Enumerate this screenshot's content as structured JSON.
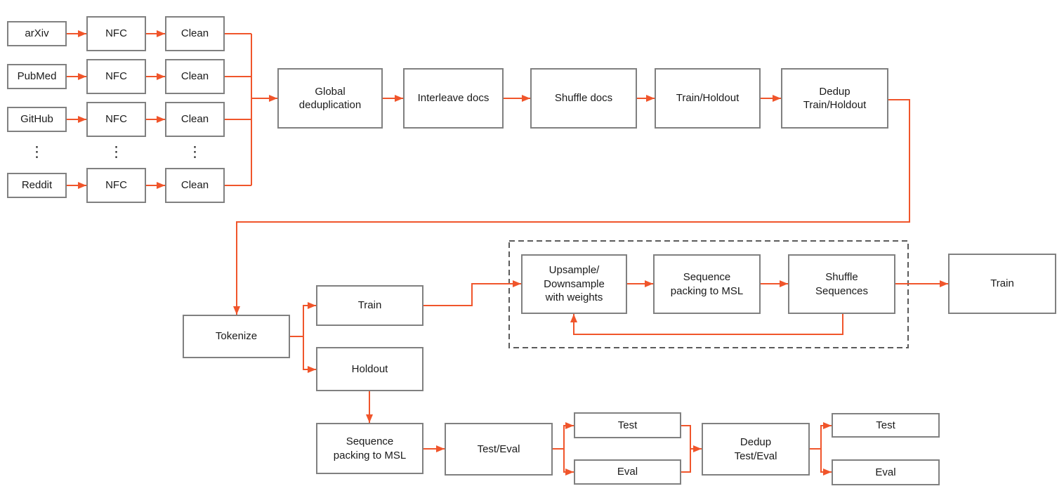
{
  "colors": {
    "arrow": "#F0552B",
    "box_border": "#808080",
    "box_fill": "#ffffff",
    "dashed_border": "#5b5b5b",
    "text": "#1a1a1a",
    "background": "#ffffff"
  },
  "nodes": {
    "arxiv": {
      "label": "arXiv"
    },
    "pubmed": {
      "label": "PubMed"
    },
    "github": {
      "label": "GitHub"
    },
    "reddit": {
      "label": "Reddit"
    },
    "nfc": {
      "label": "NFC"
    },
    "clean": {
      "label": "Clean"
    },
    "ellipsis": {
      "label": "⋮"
    },
    "global_dedup": {
      "label": "Global\ndeduplication"
    },
    "interleave_docs": {
      "label": "Interleave docs"
    },
    "shuffle_docs": {
      "label": "Shuffle docs"
    },
    "train_holdout": {
      "label": "Train/Holdout"
    },
    "dedup_train_holdout": {
      "label": "Dedup\nTrain/Holdout"
    },
    "tokenize": {
      "label": "Tokenize"
    },
    "train_split": {
      "label": "Train"
    },
    "holdout": {
      "label": "Holdout"
    },
    "upsample_downsample": {
      "label": "Upsample/\nDownsample\nwith weights"
    },
    "sequence_packing": {
      "label": "Sequence\npacking to MSL"
    },
    "shuffle_sequences": {
      "label": "Shuffle\nSequences"
    },
    "train_final": {
      "label": "Train"
    },
    "test_eval": {
      "label": "Test/Eval"
    },
    "test": {
      "label": "Test"
    },
    "eval": {
      "label": "Eval"
    },
    "dedup_test_eval": {
      "label": "Dedup\nTest/Eval"
    }
  }
}
